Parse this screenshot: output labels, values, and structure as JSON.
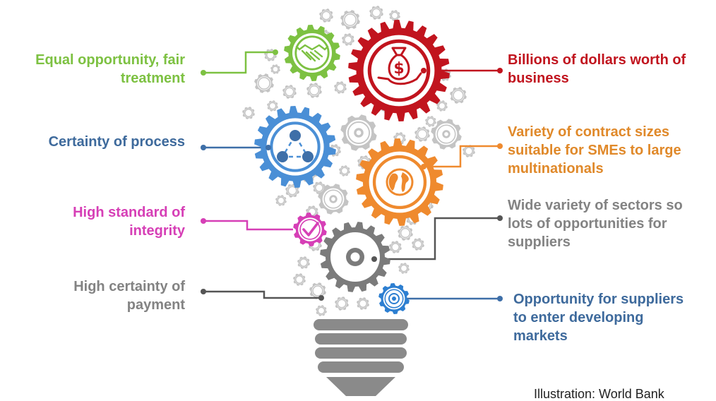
{
  "colors": {
    "green": "#7dc142",
    "red": "#c1141e",
    "blue": "#4a8fd6",
    "orange": "#ef8a2e",
    "magenta": "#d63fb6",
    "gray": "#7b7b7b",
    "lightgray": "#c4c4c4",
    "blue_dark": "#3e6fa8",
    "label_blue": "#3e6a9c",
    "label_orange": "#e0892a",
    "label_gray": "#838383",
    "target_blue": "#2d7fd1"
  },
  "labels": {
    "equal_opportunity": [
      "Equal opportunity, fair",
      "treatment"
    ],
    "billions": [
      "Billions of dollars worth of",
      "business"
    ],
    "certainty_process": [
      "Certainty of process"
    ],
    "variety_contracts": [
      "Variety of contract sizes",
      "suitable for SMEs to large",
      "multinationals"
    ],
    "integrity": [
      "High standard of",
      "integrity"
    ],
    "sectors": [
      "Wide variety of sectors so",
      "lots of opportunities for",
      "suppliers"
    ],
    "payment": [
      "High certainty of",
      "payment"
    ],
    "developing": [
      "Opportunity for suppliers",
      "to enter developing",
      "markets"
    ]
  },
  "credit": "Illustration: World Bank",
  "icons": {
    "green_gear": "handshake-icon",
    "red_gear": "money-bag-hand-icon",
    "blue_gear": "network-icon",
    "orange_gear": "globe-icon",
    "magenta_gear": "checkmark-icon",
    "gray_gear": "gear-hub-icon",
    "small_blue_gear": "target-icon"
  }
}
